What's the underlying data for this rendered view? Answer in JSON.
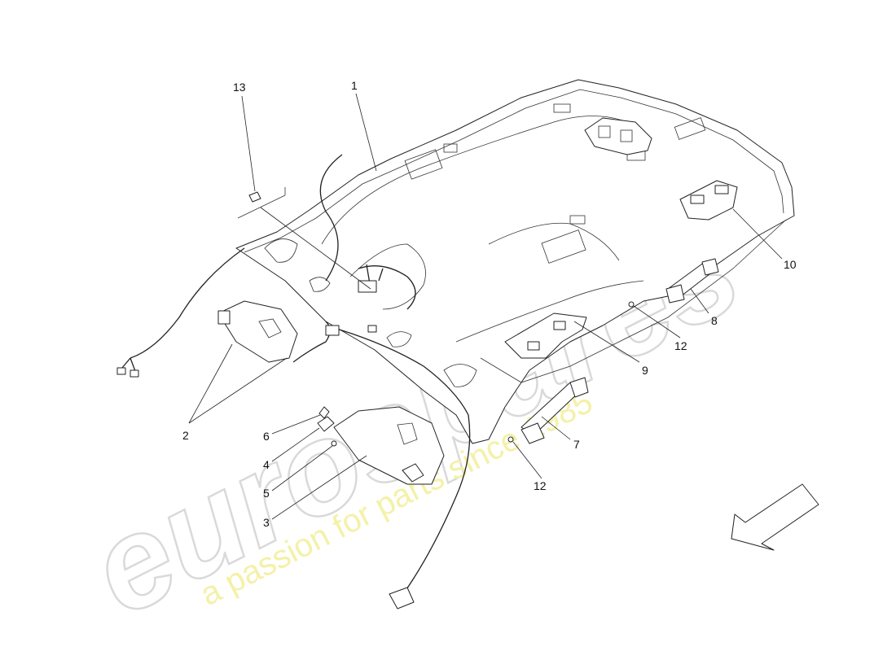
{
  "watermark": {
    "main": "eurospares",
    "tagline": "a passion for parts since 1985"
  },
  "callouts": [
    {
      "id": "c1",
      "label": "1"
    },
    {
      "id": "c2",
      "label": "2"
    },
    {
      "id": "c3",
      "label": "3"
    },
    {
      "id": "c4",
      "label": "4"
    },
    {
      "id": "c5",
      "label": "5"
    },
    {
      "id": "c6",
      "label": "6"
    },
    {
      "id": "c7",
      "label": "7"
    },
    {
      "id": "c8",
      "label": "8"
    },
    {
      "id": "c9",
      "label": "9"
    },
    {
      "id": "c10",
      "label": "10"
    },
    {
      "id": "c12a",
      "label": "12"
    },
    {
      "id": "c12b",
      "label": "12"
    },
    {
      "id": "c13",
      "label": "13"
    }
  ],
  "icons": {
    "direction_arrow": "direction-arrow-icon"
  }
}
